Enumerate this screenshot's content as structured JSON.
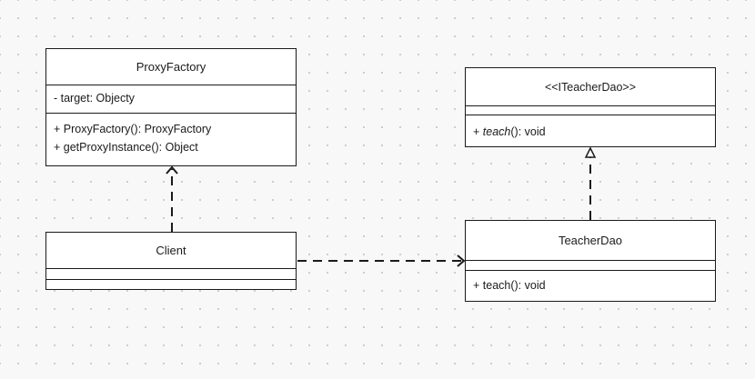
{
  "colors": {
    "background": "#f8f8f8",
    "grid_dot": "#c6c6c6",
    "stroke": "#1a1a1a",
    "box_fill": "#ffffff"
  },
  "classes": {
    "proxy_factory": {
      "name": "ProxyFactory",
      "attributes": [
        "- target: Objecty"
      ],
      "operations": [
        "+ ProxyFactory(): ProxyFactory",
        "+ getProxyInstance(): Object"
      ]
    },
    "iteacher_dao": {
      "name": "<<ITeacherDao>>",
      "attributes": [],
      "operations": [
        {
          "visibility": "+",
          "name": "teach",
          "signature": "(): void",
          "abstract": true
        }
      ]
    },
    "client": {
      "name": "Client",
      "attributes": [],
      "operations": []
    },
    "teacher_dao": {
      "name": "TeacherDao",
      "attributes": [],
      "operations": [
        "+ teach(): void"
      ]
    }
  },
  "relationships": [
    {
      "from": "Client",
      "to": "ProxyFactory",
      "kind": "dependency"
    },
    {
      "from": "Client",
      "to": "TeacherDao",
      "kind": "dependency"
    },
    {
      "from": "TeacherDao",
      "to": "ITeacherDao",
      "kind": "realization"
    }
  ]
}
